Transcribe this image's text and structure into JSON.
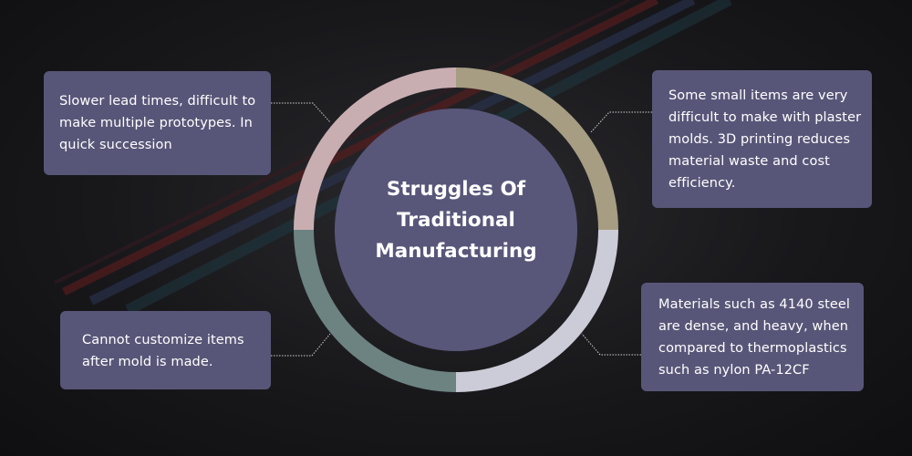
{
  "diagram": {
    "center_title": [
      "Struggles Of",
      "Traditional",
      "Manufacturing"
    ],
    "cards": {
      "top_left": [
        "Slower lead times, difficult to",
        "make multiple prototypes. In",
        "quick succession"
      ],
      "top_right": [
        "Some small items are very",
        "difficult to make with plaster",
        "molds. 3D printing reduces",
        "material waste and cost",
        "efficiency."
      ],
      "bottom_left": [
        "Cannot customize items",
        "after mold is made."
      ],
      "bottom_right": [
        "Materials such as 4140 steel",
        "are dense, and heavy, when",
        "compared to thermoplastics",
        "such as nylon PA-12CF"
      ]
    },
    "colors": {
      "card_fill": "#585678",
      "center_fill": "#58577a",
      "ring_top_left": "#c9aeb1",
      "ring_top_right": "#a69d83",
      "ring_bottom_right": "#cccbd8",
      "ring_bottom_left": "#6c8381",
      "connector": "#cfcfcf"
    }
  }
}
